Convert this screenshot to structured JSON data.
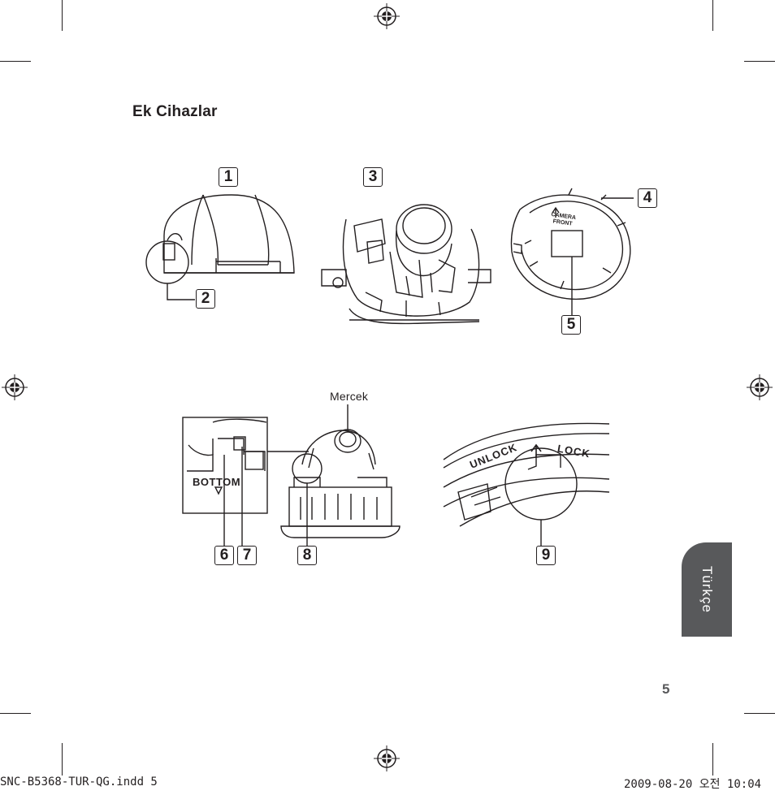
{
  "page": {
    "title": "Ek Cihazlar",
    "lens_label": "Mercek",
    "language_tab": "Türkçe",
    "page_number": "5",
    "footer_left": "SNC-B5368-TUR-QG.indd   5",
    "footer_right": "2009-08-20   오전 10:04"
  },
  "callouts": [
    "1",
    "2",
    "3",
    "4",
    "5",
    "6",
    "7",
    "8",
    "9"
  ],
  "diagram_text": {
    "camera_front": "CAMERA FRONT",
    "bottom_mark": "BOTTOM",
    "unlock": "UNLOCK",
    "lock": "LOCK"
  }
}
